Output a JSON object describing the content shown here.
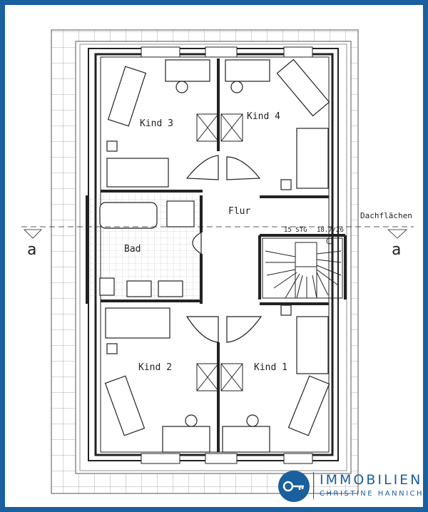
{
  "rooms": {
    "kind3": "Kind 3",
    "kind4": "Kind 4",
    "kind2": "Kind 2",
    "kind1": "Kind 1",
    "bad": "Bad",
    "flur": "Flur"
  },
  "annotations": {
    "stair": "15 STG",
    "stair_ratio": "18.7/26",
    "dachflaechen": "Dachflächen",
    "section_left": "a",
    "section_right": "a"
  },
  "logo": {
    "name": "IMMOBILIEN",
    "subtitle": "CHRISTINE HANNICH"
  },
  "colors": {
    "frame": "#1a5f9e",
    "line": "#222222",
    "accent": "#1a5f9e"
  }
}
